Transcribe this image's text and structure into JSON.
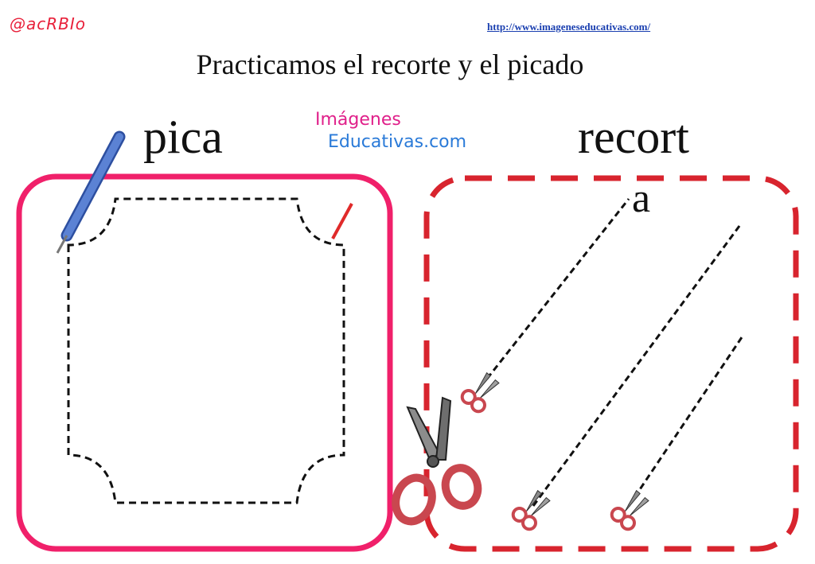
{
  "header": {
    "brand": "@acRBIo",
    "url": "http://www.imageneseducativas.com/",
    "title": "Practicamos el recorte y el picado"
  },
  "labels": {
    "pica": "pica",
    "recort": "recort",
    "a": "a"
  },
  "logo": {
    "line1": "Imágenes",
    "line2": "Educativas.com"
  },
  "colors": {
    "pica_frame": "#f0206a",
    "recorta_frame": "#d8242e",
    "dashed_line": "#111111",
    "pencil": "#4a6fc4",
    "scissors_handle": "#c9474f",
    "scissors_blade": "#7a7a7a"
  },
  "icons": [
    "pencil-icon",
    "scissors-icon"
  ]
}
